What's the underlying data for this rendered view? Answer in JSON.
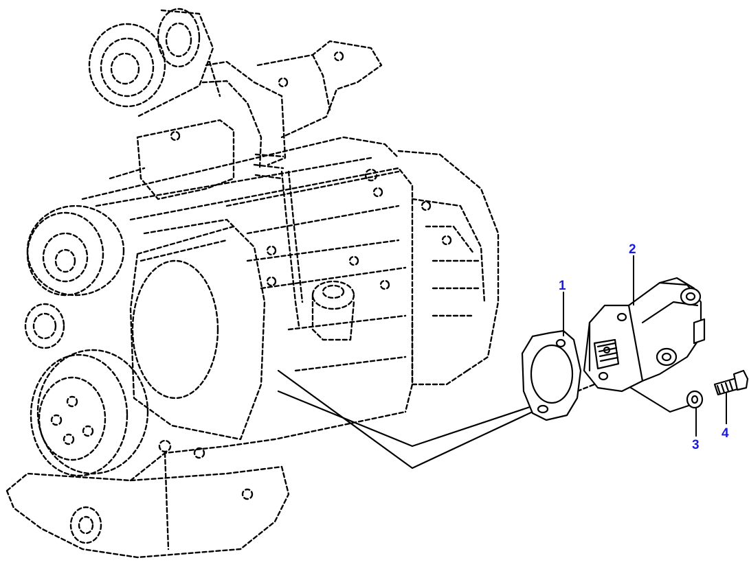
{
  "callouts": [
    {
      "id": "1",
      "label": "1"
    },
    {
      "id": "2",
      "label": "2"
    },
    {
      "id": "3",
      "label": "3"
    },
    {
      "id": "4",
      "label": "4"
    }
  ],
  "colors": {
    "line": "#000000",
    "callout_text": "#1a1ad9",
    "background": "#ffffff"
  }
}
